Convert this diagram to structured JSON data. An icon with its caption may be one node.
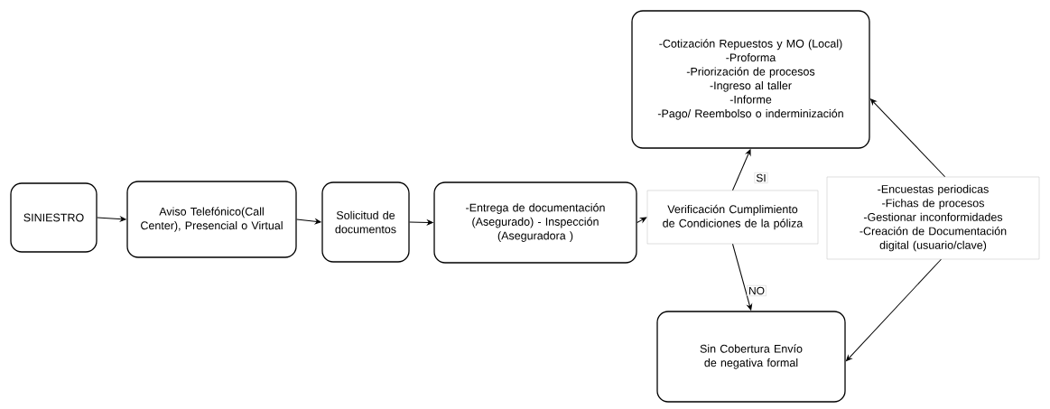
{
  "diagram": {
    "nodes": [
      {
        "text": [
          "SINIESTRO"
        ]
      },
      {
        "text": [
          "Aviso Telefónico(Call Center), Presencial o Virtual"
        ]
      },
      {
        "text": [
          "Solicitud de documentos"
        ]
      },
      {
        "text": [
          "-Entrega de documentación (Asegurado) - Inspección (Aseguradora )"
        ]
      },
      {
        "text": [
          "Verificación Cumplimiento de Condiciones de la póliza"
        ]
      },
      {
        "text": [
          "-Cotización Repuestos y MO (Local)",
          "-Proforma",
          "-Priorización de procesos",
          "-Ingreso al taller",
          "-Informe",
          "-Pago/ Reembolso o inderminización"
        ]
      },
      {
        "text": [
          "-Encuestas periodicas",
          "-Fichas de procesos",
          "-Gestionar inconformidades",
          "-Creación de Documentación digital (usuario/clave)"
        ]
      },
      {
        "text": [
          "Sin Cobertura Envío de negativa formal"
        ]
      }
    ],
    "edges": [
      {
        "from": 0,
        "to": 1,
        "arrow": "to"
      },
      {
        "from": 1,
        "to": 2,
        "arrow": "to"
      },
      {
        "from": 2,
        "to": 3,
        "arrow": "to"
      },
      {
        "from": 3,
        "to": 4,
        "arrow": "to"
      },
      {
        "from": 4,
        "to": 5,
        "arrow": "to",
        "label": "SI"
      },
      {
        "from": 4,
        "to": 7,
        "arrow": "to",
        "label": "NO"
      },
      {
        "from": 6,
        "to": 5,
        "arrow": "to"
      },
      {
        "from": 6,
        "to": 7,
        "arrow": "to"
      }
    ]
  }
}
